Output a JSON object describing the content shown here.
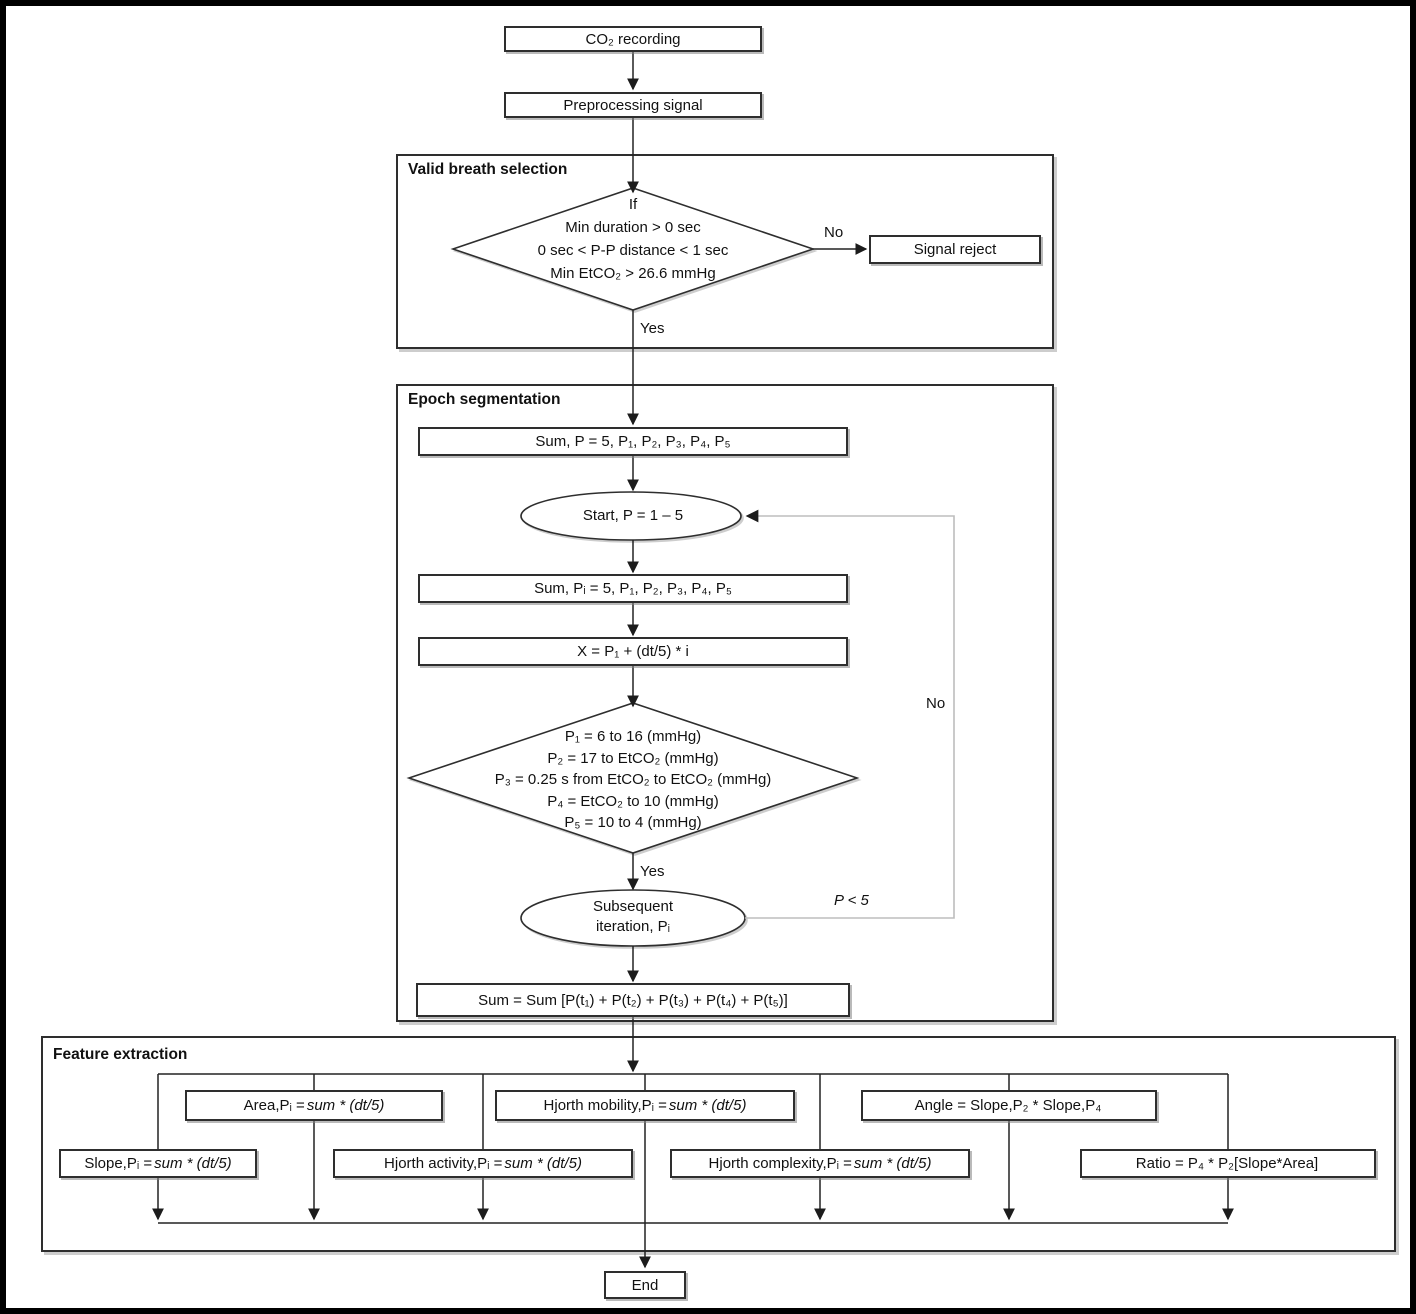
{
  "flow": {
    "co2_recording": {
      "label": "CO₂ recording"
    },
    "preprocessing": {
      "label": "Preprocessing signal"
    },
    "valid_breath": {
      "title": "Valid breath selection",
      "decision_lines": [
        "If",
        "Min duration > 0 sec",
        "0 sec < P-P distance < 1 sec",
        "Min EtCO₂ > 26.6 mmHg"
      ],
      "no_label": "No",
      "yes_label": "Yes",
      "signal_reject": "Signal reject"
    },
    "epoch": {
      "title": "Epoch segmentation",
      "sum_p": "Sum, P = 5, P₁, P₂, P₃, P₄, P₅",
      "start": "Start, P = 1 – 5",
      "sum_pi": "Sum, Pᵢ = 5, P₁, P₂, P₃, P₄, P₅",
      "x_equation": "X = P₁ + (dt/5) * i",
      "decision_lines": [
        "P₁ = 6 to 16 (mmHg)",
        "P₂ = 17 to EtCO₂ (mmHg)",
        "P₃ = 0.25 s from EtCO₂ to EtCO₂ (mmHg)",
        "P₄ = EtCO₂ to 10 (mmHg)",
        "P₅ = 10 to 4 (mmHg)"
      ],
      "yes_label": "Yes",
      "no_label": "No",
      "loop_label": "P < 5",
      "subsequent_lines": [
        "Subsequent",
        "iteration, Pᵢ"
      ],
      "sum_total": "Sum = Sum [P(t₁) + P(t₂) + P(t₃) + P(t₄) + P(t₅)]"
    },
    "features": {
      "title": "Feature extraction",
      "area": {
        "name": "Area,Pᵢ = ",
        "formula": "sum * (dt/5)"
      },
      "mobility": {
        "name": "Hjorth mobility,Pᵢ = ",
        "formula": "sum * (dt/5)"
      },
      "angle": {
        "name": "Angle = Slope,P₂ * Slope,P₄",
        "formula": ""
      },
      "slope": {
        "name": "Slope,Pᵢ = ",
        "formula": "sum * (dt/5)"
      },
      "activity": {
        "name": "Hjorth activity,Pᵢ = ",
        "formula": "sum * (dt/5)"
      },
      "complexity": {
        "name": "Hjorth complexity,Pᵢ = ",
        "formula": "sum * (dt/5)"
      },
      "ratio": {
        "name": "Ratio = P₄ * P₂[Slope*Area]",
        "formula": ""
      }
    },
    "end": {
      "label": "End"
    }
  }
}
